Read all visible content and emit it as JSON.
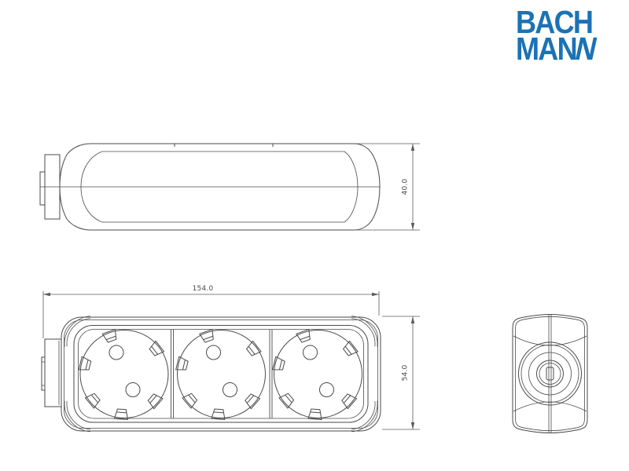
{
  "logo": {
    "line1": "BACH",
    "line2_main": "MAN",
    "line2_slant": "N",
    "color": "#1b72b5"
  },
  "dimensions": {
    "length": "154.0",
    "height": "54.0",
    "depth": "40.0"
  },
  "drawing": {
    "type": "technical-orthographic-drawing",
    "subject": "3-socket power strip",
    "views": [
      "top-view",
      "front-view",
      "side-view"
    ],
    "colors": {
      "line": "#4a4a4a",
      "dimension_line": "#5a5a5a",
      "background": "#ffffff"
    }
  }
}
